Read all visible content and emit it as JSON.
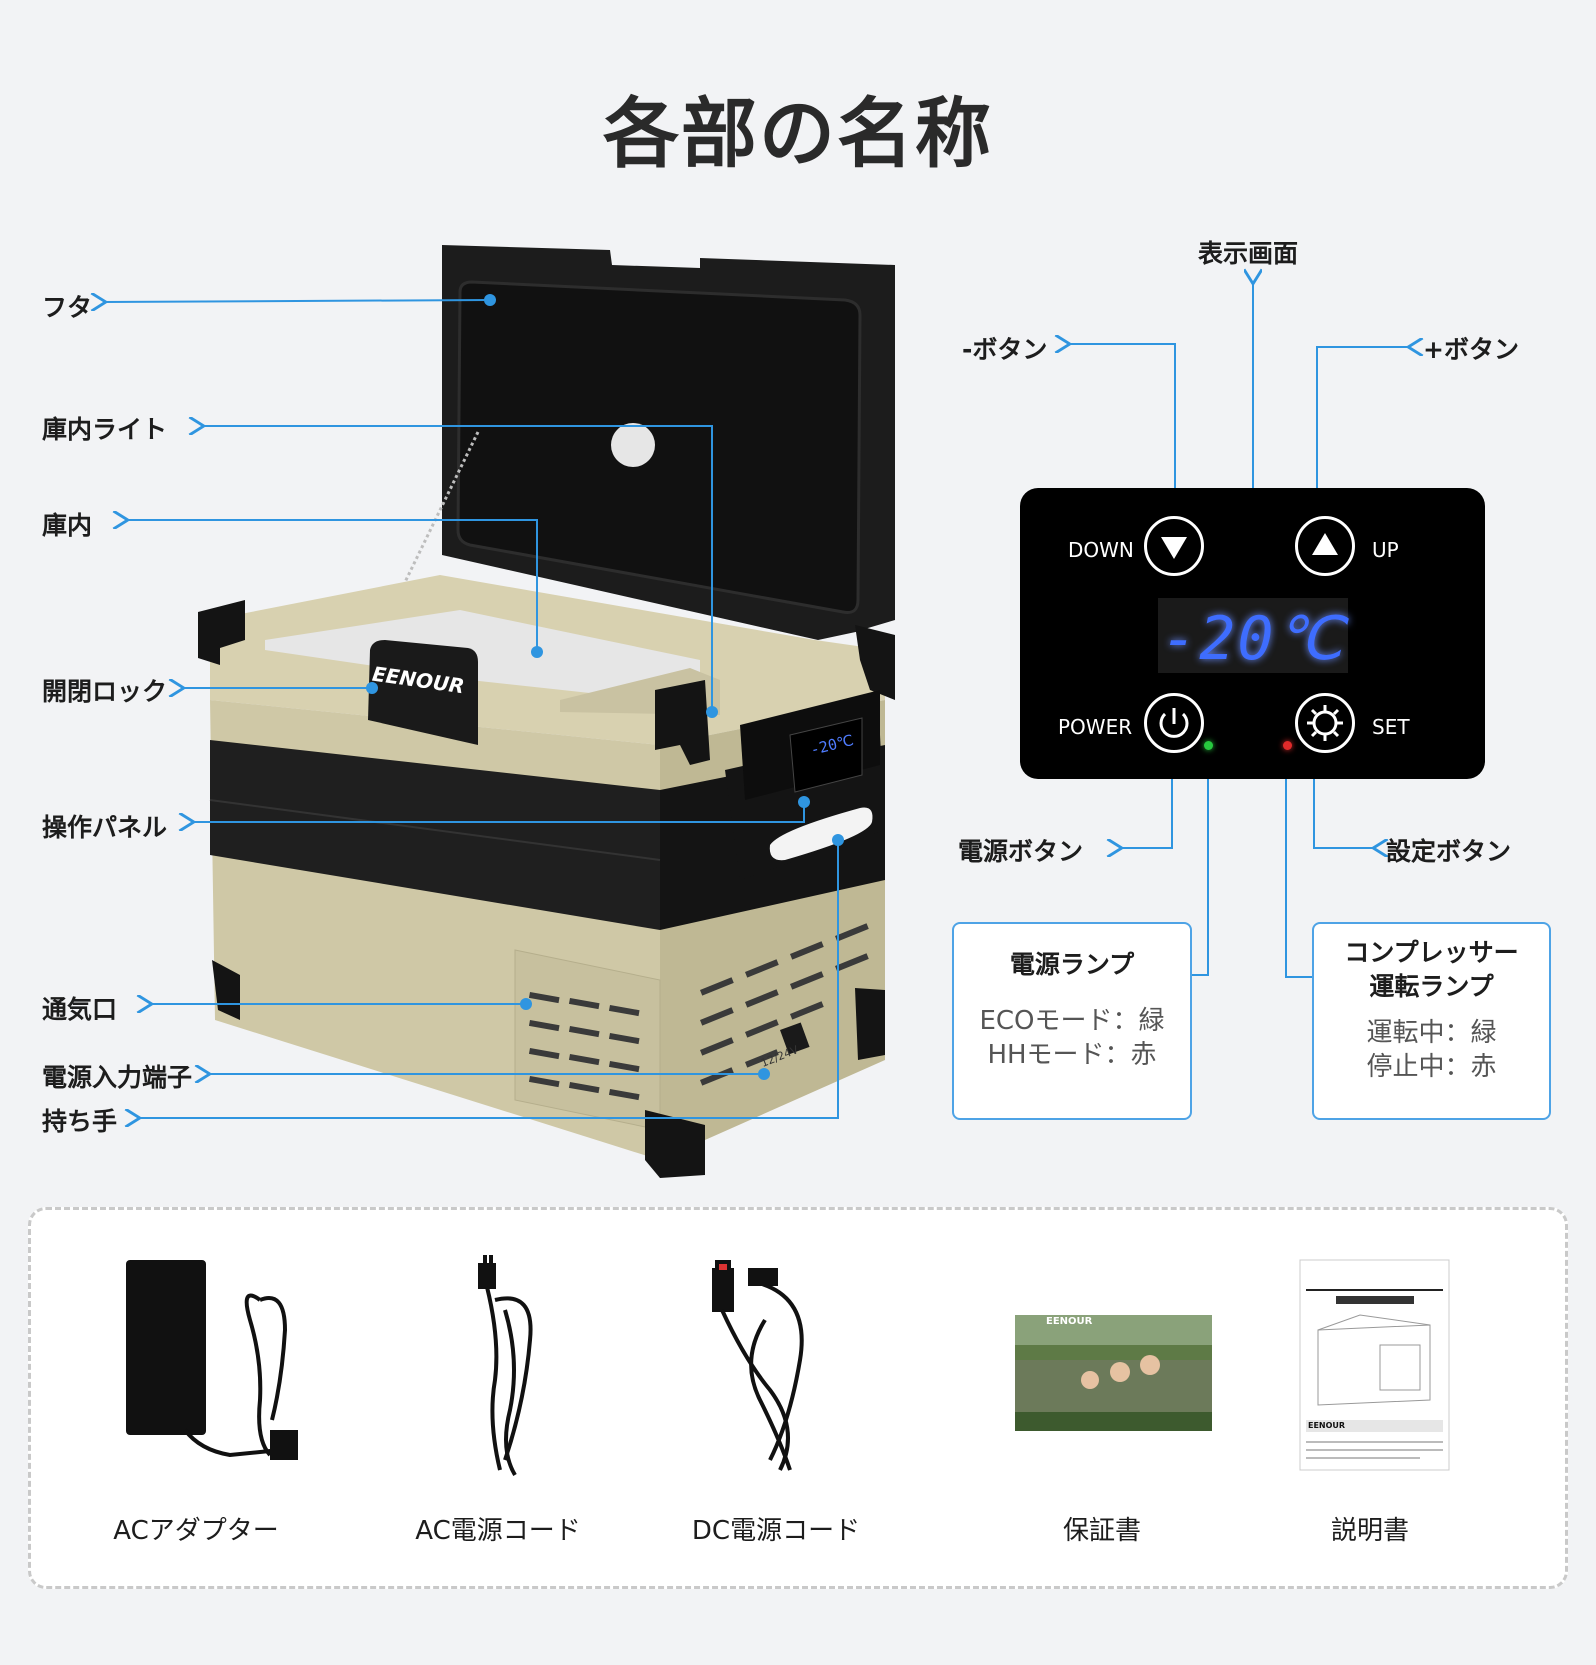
{
  "title": "各部の名称",
  "left_labels": {
    "lid": "フタ",
    "inner_light": "庫内ライト",
    "interior": "庫内",
    "lock": "開閉ロック",
    "panel": "操作パネル",
    "vent": "通気口",
    "power_input": "電源入力端子",
    "handle": "持ち手"
  },
  "fridge": {
    "brand": "EENOUR",
    "port_label": "12/24V"
  },
  "panel_labels": {
    "display": "表示画面",
    "minus_button": "-ボタン",
    "plus_button": "+ボタン",
    "power_button": "電源ボタン",
    "set_button": "設定ボタン"
  },
  "control_panel": {
    "down": "DOWN",
    "up": "UP",
    "power": "POWER",
    "set": "SET",
    "temperature": "-20℃"
  },
  "power_lamp_box": {
    "title": "電源ランプ",
    "lines": [
      "ECOモード：緑",
      "HHモード：赤"
    ]
  },
  "compressor_lamp_box": {
    "title_line1": "コンプレッサー",
    "title_line2": "運転ランプ",
    "lines": [
      "運転中：緑",
      "停止中：赤"
    ]
  },
  "accessories": [
    "ACアダプター",
    "AC電源コード",
    "DC電源コード",
    "保証書",
    "説明書"
  ],
  "warranty_card_brand": "EENOUR",
  "manual_brand": "EENOUR",
  "colors": {
    "accent_line": "#2f95e0",
    "fridge_body": "#cfc8a6",
    "fridge_dark": "#1c1c1c",
    "display_digits": "#3e6dff",
    "lamp_green": "#27c93f",
    "lamp_red": "#e02a2a"
  }
}
